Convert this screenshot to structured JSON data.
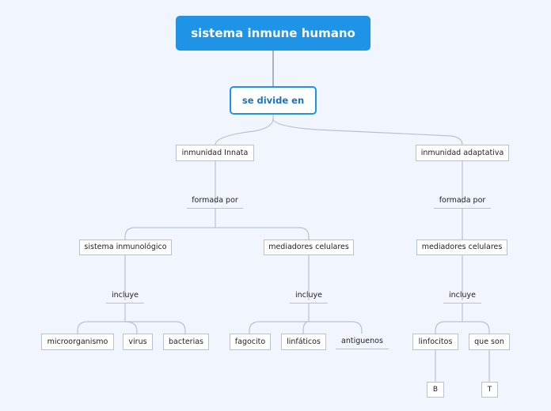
{
  "diagram": {
    "root": "sistema inmune humano",
    "divide": "se divide en",
    "innata": {
      "label": "inmunidad Innata",
      "formada_por": "formada por",
      "sistema": {
        "label": "sistema inmunológico",
        "incluye": "incluye",
        "items": [
          "microorganismo",
          "virus",
          "bacterias"
        ]
      },
      "mediadores": {
        "label": "mediadores celulares",
        "incluye": "incluye",
        "items": [
          "fagocito",
          "linfáticos",
          "antiguenos"
        ]
      }
    },
    "adaptativa": {
      "label": "inmunidad adaptativa",
      "formada_por": "formada por",
      "mediadores": {
        "label": "mediadores celulares",
        "incluye": "incluye",
        "items": [
          "linfocitos",
          "que son"
        ],
        "leaves": [
          "B",
          "T"
        ]
      }
    }
  },
  "colors": {
    "root_fill": "#1f93e6",
    "sub_border": "#1f93e6",
    "sub_text": "#1773c9",
    "connector": "#b9c2cc",
    "background": "#f1f6fe"
  }
}
